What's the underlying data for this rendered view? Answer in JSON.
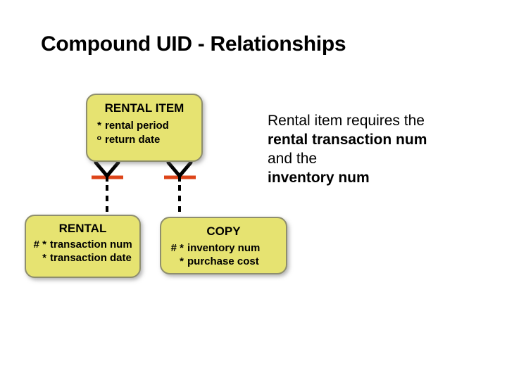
{
  "slide": {
    "title": "Compound UID - Relationships"
  },
  "note": {
    "lines": [
      "Rental item requires the",
      "rental transaction num",
      "and the",
      "inventory num"
    ]
  },
  "diagram": {
    "entities": [
      {
        "name": "RENTAL ITEM",
        "attributes": [
          {
            "marker": "*",
            "name": "rental period"
          },
          {
            "marker": "o",
            "name": "return date"
          }
        ]
      },
      {
        "name": "RENTAL",
        "attributes": [
          {
            "marker": "# *",
            "name": "transaction num"
          },
          {
            "marker": "*",
            "name": "transaction date"
          }
        ]
      },
      {
        "name": "COPY",
        "attributes": [
          {
            "marker": "# *",
            "name": "inventory num"
          },
          {
            "marker": "*",
            "name": "purchase cost"
          }
        ]
      }
    ],
    "icons": {
      "crows_foot_icon": "crow's-foot (many) relationship end",
      "uid_bar_icon": "red UID bar across relationship line",
      "dashed_line": "optional/non-transferable relationship line"
    },
    "colors": {
      "entity_fill": "#e6e371",
      "entity_border": "#8e8e6e",
      "uid_bar": "#dd4419",
      "connector": "#000000",
      "title_text": "#000000"
    }
  }
}
